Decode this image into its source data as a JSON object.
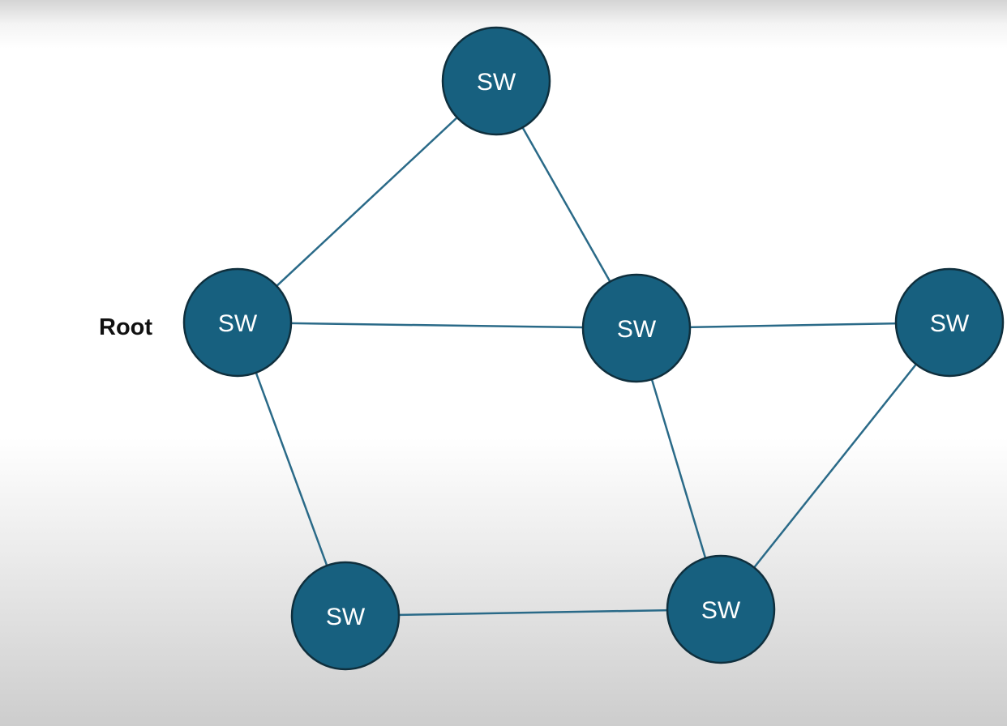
{
  "diagram": {
    "root_label": "Root",
    "nodes": [
      {
        "id": "top",
        "label": "SW"
      },
      {
        "id": "root",
        "label": "SW"
      },
      {
        "id": "center",
        "label": "SW"
      },
      {
        "id": "right",
        "label": "SW"
      },
      {
        "id": "bottom-left",
        "label": "SW"
      },
      {
        "id": "bottom-right",
        "label": "SW"
      }
    ],
    "edges": [
      [
        "top",
        "root"
      ],
      [
        "top",
        "center"
      ],
      [
        "root",
        "center"
      ],
      [
        "center",
        "right"
      ],
      [
        "root",
        "bottom-left"
      ],
      [
        "center",
        "bottom-right"
      ],
      [
        "right",
        "bottom-right"
      ],
      [
        "bottom-left",
        "bottom-right"
      ]
    ],
    "colors": {
      "node_fill": "#17607f",
      "node_stroke": "#0f2f3d",
      "edge": "#2a6a88"
    }
  }
}
